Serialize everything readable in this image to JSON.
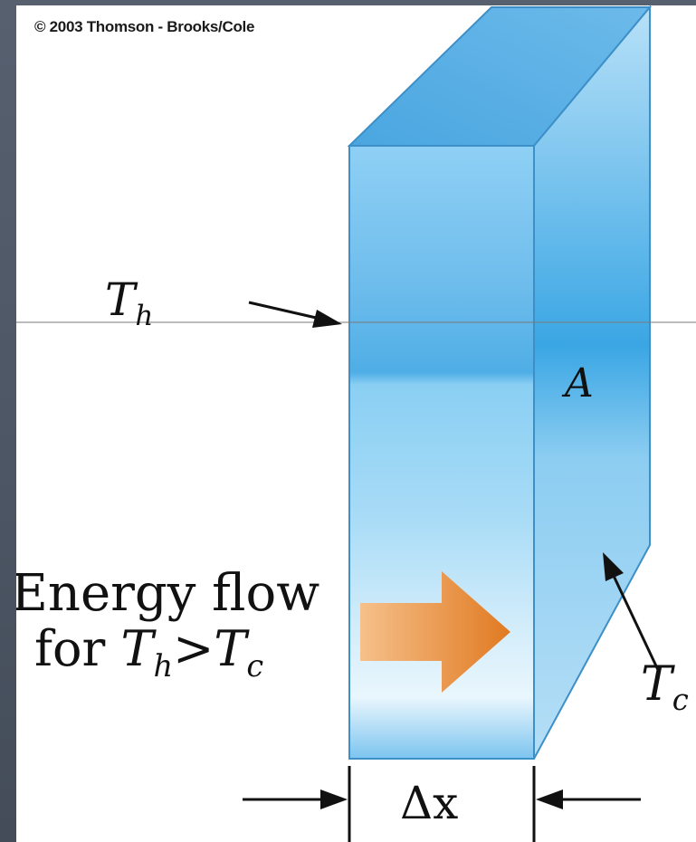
{
  "copyright": "© 2003 Thomson - Brooks/Cole",
  "labels": {
    "hot_temp_symbol": "T",
    "hot_temp_subscript": "h",
    "area_symbol": "A",
    "cold_temp_symbol": "T",
    "cold_temp_subscript": "c",
    "energy_flow_line1": "Energy flow",
    "energy_flow_for": "for",
    "energy_flow_condition_greater": ">",
    "thickness_label": "Δx"
  },
  "colors": {
    "slab_front": "#7cc4ef",
    "slab_top": "#5bb0e6",
    "slab_side": "#a9d8f5",
    "arrow": "#e8893a",
    "frame": "#4f5866"
  }
}
